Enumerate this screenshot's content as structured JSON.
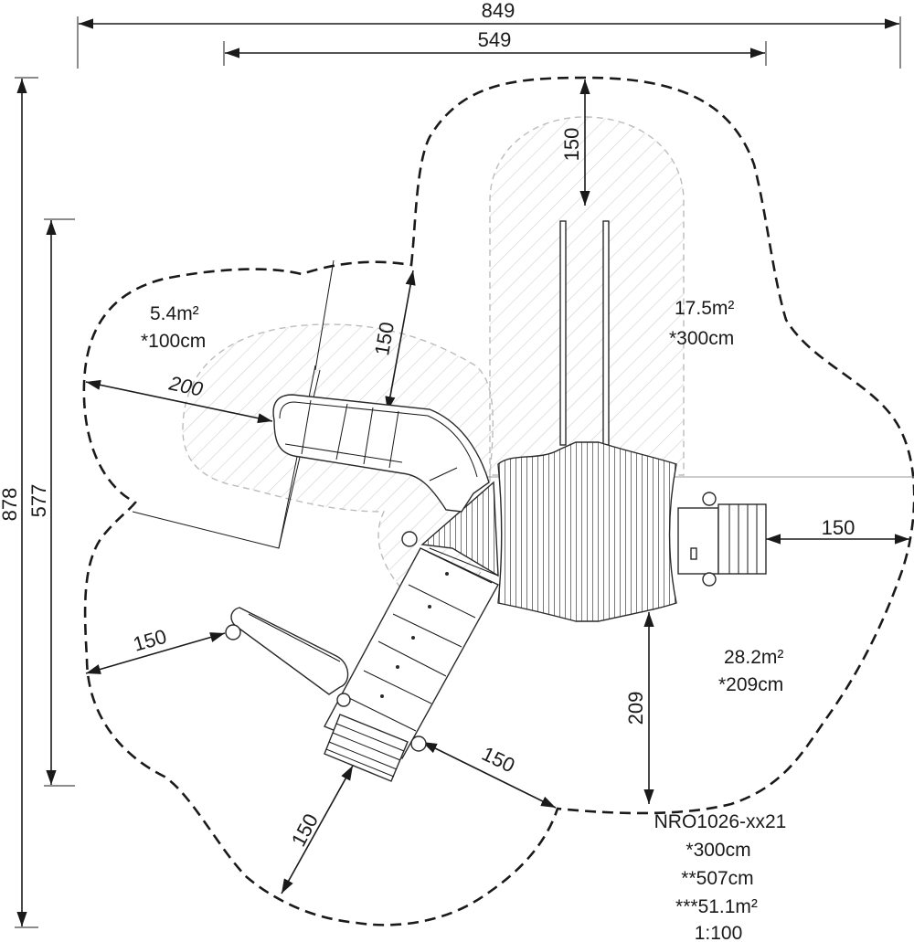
{
  "dimensions": {
    "overall_width": "849",
    "inner_width": "549",
    "overall_depth": "878",
    "inner_depth": "577",
    "clearance_top": "150",
    "clearance_slide": "150",
    "clearance_slide_end": "200",
    "clearance_right": "150",
    "clearance_bench": "150",
    "clearance_stairs_right": "150",
    "clearance_stairs_bottom": "150",
    "clearance_platform": "209"
  },
  "areas": {
    "slide_zone": {
      "area": "5.4m²",
      "height": "*100cm"
    },
    "pole_zone": {
      "area": "17.5m²",
      "height": "*300cm"
    },
    "main_zone": {
      "area": "28.2m²",
      "height": "*209cm"
    }
  },
  "product": {
    "code": "NRO1026-xx21",
    "height": "*300cm",
    "length": "**507cm",
    "total_area": "***51.1m²",
    "scale": "1:100"
  }
}
